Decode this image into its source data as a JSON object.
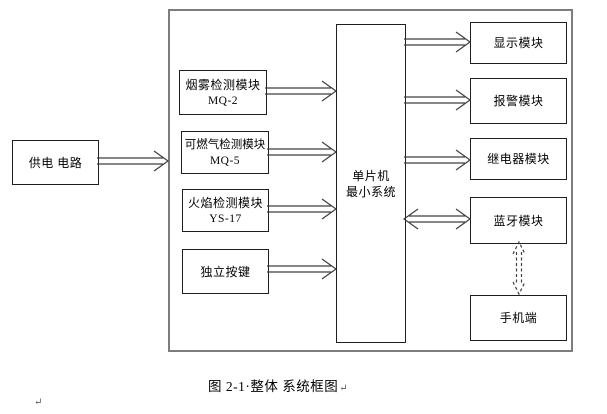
{
  "figure": {
    "caption": {
      "text": "图 2-1·整体 系统框图",
      "return_mark": "↵"
    },
    "stray_return_mark": "↵"
  },
  "nodes": {
    "power": {
      "label": "供电 电路"
    },
    "smoke": {
      "line1": "烟雾检测模块",
      "line2": "MQ-2"
    },
    "gas": {
      "line1": "可燃气检测模块",
      "line2": "MQ-5"
    },
    "flame": {
      "line1": "火焰检测模块",
      "line2": "YS-17"
    },
    "keys": {
      "label": "独立按键"
    },
    "mcu": {
      "line1": "单片机",
      "line2": "最小系统"
    },
    "display": {
      "label": "显示模块"
    },
    "alarm": {
      "label": "报警模块"
    },
    "relay": {
      "label": "继电器模块"
    },
    "bluetooth": {
      "label": "蓝牙模块"
    },
    "phone": {
      "label": "手机端"
    }
  },
  "connections": [
    {
      "from": "power",
      "to": "system-boundary",
      "style": "hollow-arrow"
    },
    {
      "from": "smoke",
      "to": "mcu",
      "style": "hollow-arrow"
    },
    {
      "from": "gas",
      "to": "mcu",
      "style": "hollow-arrow"
    },
    {
      "from": "flame",
      "to": "mcu",
      "style": "hollow-arrow"
    },
    {
      "from": "keys",
      "to": "mcu",
      "style": "hollow-arrow"
    },
    {
      "from": "mcu",
      "to": "display",
      "style": "hollow-arrow"
    },
    {
      "from": "mcu",
      "to": "alarm",
      "style": "hollow-arrow"
    },
    {
      "from": "mcu",
      "to": "relay",
      "style": "hollow-arrow"
    },
    {
      "from": "mcu",
      "to": "bluetooth",
      "style": "hollow-arrow-double"
    },
    {
      "from": "bluetooth",
      "to": "phone",
      "style": "dashed-arrow-double"
    }
  ],
  "colors": {
    "background": "#ffffff",
    "box_border": "#1f1f1f",
    "outer_border": "#7d7d7d",
    "arrow": "#3f3f3f",
    "text": "#000000",
    "mark": "#5a5a5a"
  }
}
